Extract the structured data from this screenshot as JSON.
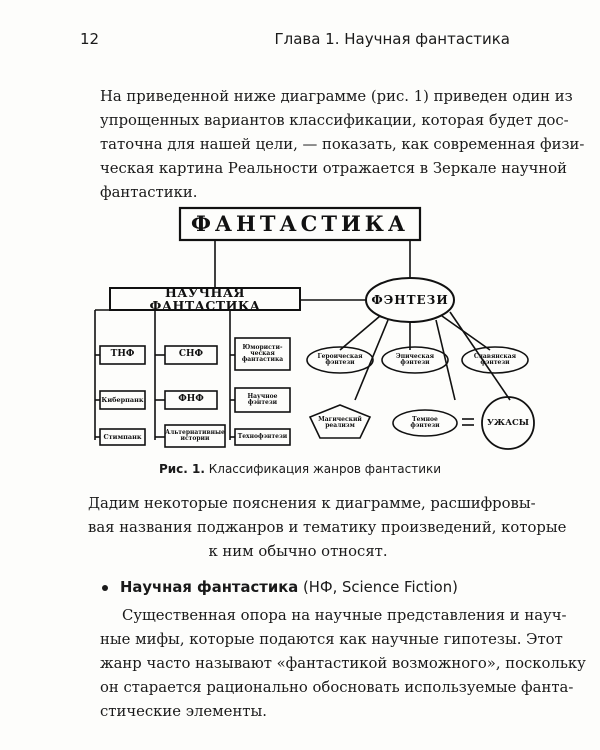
{
  "header": {
    "page_number": "12",
    "running_head": "Глава 1. Научная фантастика"
  },
  "intro": {
    "lines": [
      "На приведенной ниже диаграмме (рис. 1) приведен один из",
      "упрощенных вариантов классификации, которая будет дос-",
      "таточна для нашей цели, — показать, как современная физи-",
      "ческая картина Реальности отражается в Зеркале научной",
      "фантастики."
    ]
  },
  "diagram": {
    "root": "ФАНТАСТИКА",
    "sf_branch": "НАУЧНАЯ ФАНТАСТИКА",
    "fantasy_branch": "ФЭНТЕЗИ",
    "sf_col1": [
      "ТНФ",
      "Киберпанк",
      "Стимпанк"
    ],
    "sf_col2": [
      "СНФ",
      "ФНФ",
      "Альтернативные истории"
    ],
    "sf_col3": [
      "Юмористи-ческая фантастика",
      "Научное фэнтези",
      "Технофэнтези"
    ],
    "fantasy_items": [
      "Героическая фэнтези",
      "Эпическая фэнтези",
      "Славянская фэнтези"
    ],
    "magical_realism": "Магический реализм",
    "dark_fantasy": "Темное фэнтези",
    "equals": "=",
    "horror": "УЖАСЫ"
  },
  "caption": {
    "prefix": "Рис. 1.",
    "text": "Классификация жанров фантастики"
  },
  "explain": {
    "lines": [
      "Дадим некоторые пояснения к диаграмме, расшифровы-",
      "вая названия поджанров и тематику произведений, которые",
      "к ним обычно относят."
    ]
  },
  "bullet": {
    "head": "Научная фантастика",
    "sub": "(НФ, Science Fiction)"
  },
  "sf_para": {
    "lines": [
      "Существенная опора на научные представления и науч-",
      "ные мифы, которые подаются как научные гипотезы. Этот",
      "жанр часто называют «фантастикой возможного», поскольку",
      "он старается рационально обосновать используемые фанта-",
      "стические элементы."
    ]
  }
}
